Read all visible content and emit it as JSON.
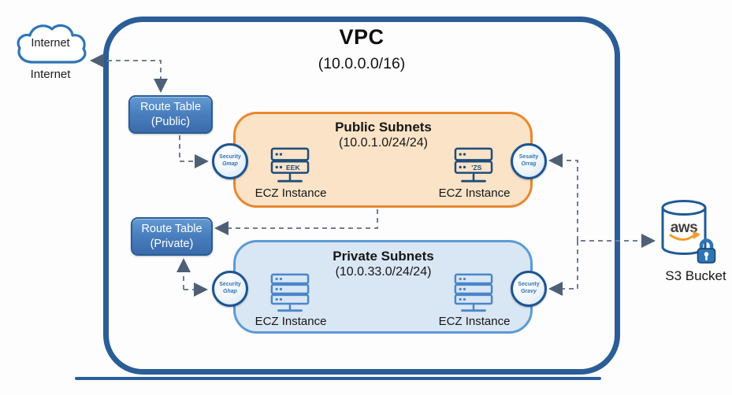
{
  "diagram": {
    "internet": {
      "cloud_label": "Internet",
      "caption": "Internet"
    },
    "vpc": {
      "title": "VPC",
      "cidr": "(10.0.0.0/16)"
    },
    "route_table_public": {
      "line1": "Route Table",
      "line2": "(Public)"
    },
    "route_table_private": {
      "line1": "Route Table",
      "line2": "(Private)"
    },
    "public_subnet": {
      "title": "Public Subnets",
      "cidr": "(10.0.1.0/24/24)",
      "instances": [
        {
          "label": "ECZ Instance",
          "badge": "EEK"
        },
        {
          "label": "ECZ Instance",
          "badge": "'ZS"
        }
      ]
    },
    "private_subnet": {
      "title": "Private Subnets",
      "cidr": "(10.0.33.0/24/24)",
      "instances": [
        {
          "label": "ECZ Instance"
        },
        {
          "label": "ECZ Instance"
        }
      ]
    },
    "security_groups": [
      {
        "line1": "Security",
        "line2": "Gmap"
      },
      {
        "line1": "Sesaity",
        "line2": "Orrag"
      },
      {
        "line1": "Security",
        "line2": "Ghap"
      },
      {
        "line1": "Secunty",
        "line2": "Gravy"
      }
    ],
    "s3": {
      "logo": "aws",
      "label": "S3 Bucket"
    },
    "colors": {
      "vpc_border": "#2b5d97",
      "public_subnet_border": "#e8872e",
      "public_subnet_fill": "#fae3c7",
      "private_subnet_border": "#5b9bd5",
      "private_subnet_fill": "#d9e6f4",
      "route_table_fill": "#4a80bf",
      "security_group_text": "#2f74b5",
      "arrow": "#6e7f94",
      "aws_smile_orange": "#f49a2a",
      "lock_blue": "#2e75b6"
    }
  }
}
